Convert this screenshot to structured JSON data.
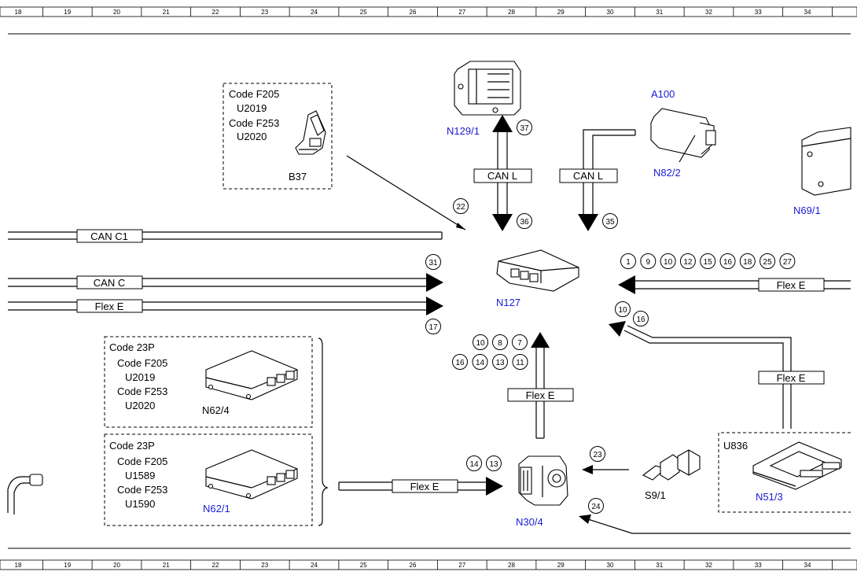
{
  "ruler_ticks": [
    "18",
    "19",
    "20",
    "21",
    "22",
    "23",
    "24",
    "25",
    "26",
    "27",
    "28",
    "29",
    "30",
    "31",
    "32",
    "33",
    "34"
  ],
  "components": {
    "b37": "B37",
    "n129_1": "N129/1",
    "a100": "A100",
    "n82_2": "N82/2",
    "n69_1": "N69/1",
    "n127": "N127",
    "n62_4": "N62/4",
    "n62_1": "N62/1",
    "n30_4": "N30/4",
    "s9_1": "S9/1",
    "u836": "U836",
    "n51_3": "N51/3"
  },
  "codes_b37": [
    "Code F205",
    "U2019",
    "Code F253",
    "U2020"
  ],
  "codes_n62_4": [
    "Code 23P",
    "Code F205",
    "U2019",
    "Code F253",
    "U2020"
  ],
  "codes_n62_1": [
    "Code 23P",
    "Code F205",
    "U1589",
    "Code F253",
    "U1590"
  ],
  "buses": {
    "can_c1": "CAN C1",
    "can_c": "CAN C",
    "flex_e_left": "Flex E",
    "can_l_1": "CAN L",
    "can_l_2": "CAN L",
    "flex_e_right": "Flex E",
    "flex_e_mid": "Flex E",
    "flex_e_lower_right": "Flex E",
    "flex_e_bottom": "Flex E"
  },
  "pins": {
    "p22": "22",
    "p37": "37",
    "p36": "36",
    "p35": "35",
    "p31": "31",
    "p17": "17",
    "right_row": [
      "1",
      "9",
      "10",
      "12",
      "15",
      "16",
      "18",
      "25",
      "27"
    ],
    "p10b": "10",
    "p16b": "16",
    "mid_top": [
      "10",
      "8",
      "7"
    ],
    "mid_bottom": [
      "16",
      "14",
      "13",
      "11"
    ],
    "p14": "14",
    "p13": "13",
    "p23": "23",
    "p24": "24"
  }
}
